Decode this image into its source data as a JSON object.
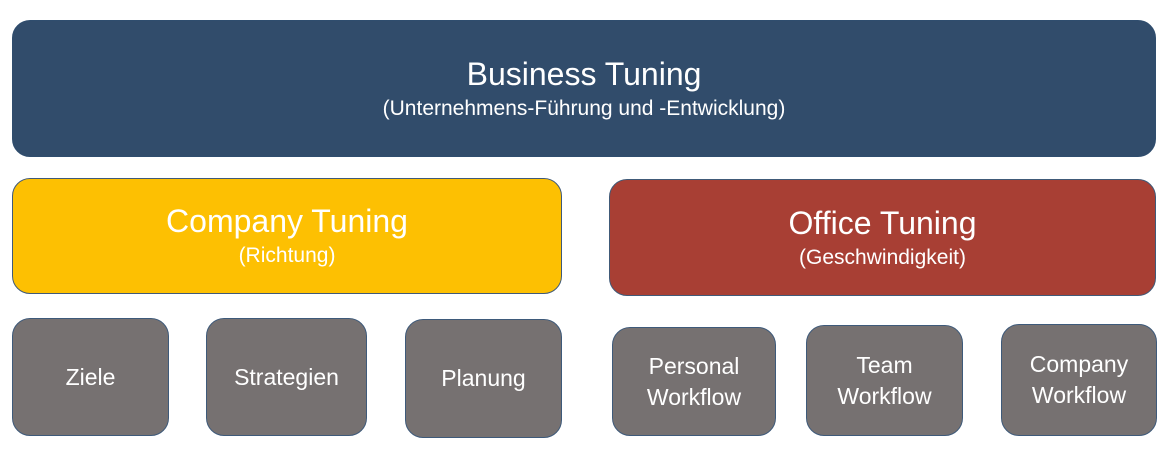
{
  "business": {
    "title": "Business Tuning",
    "subtitle": "(Unternehmens-Führung und -Entwicklung)",
    "color": "#314c6b"
  },
  "company": {
    "title": "Company Tuning",
    "subtitle": "(Richtung)",
    "color": "#fdc002",
    "children": [
      {
        "lines": [
          "Ziele"
        ]
      },
      {
        "lines": [
          "Strategien"
        ]
      },
      {
        "lines": [
          "Planung"
        ]
      }
    ]
  },
  "office": {
    "title": "Office Tuning",
    "subtitle": "(Geschwindigkeit)",
    "color": "#a83f34",
    "children": [
      {
        "lines": [
          "Personal",
          "Workflow"
        ]
      },
      {
        "lines": [
          "Team",
          "Workflow"
        ]
      },
      {
        "lines": [
          "Company",
          "Workflow"
        ]
      }
    ]
  },
  "leaf_color": "#767171"
}
